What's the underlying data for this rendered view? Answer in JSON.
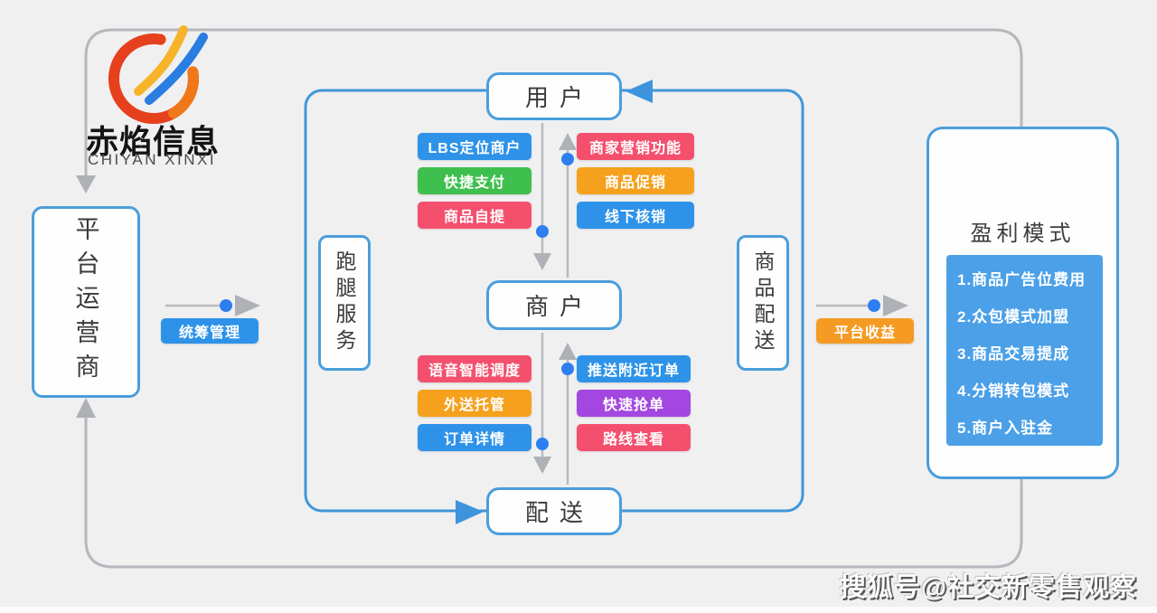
{
  "logo": {
    "name": "赤焰信息",
    "subtitle": "CHIYAN XINXI"
  },
  "left_box": {
    "label": "平台运营商"
  },
  "manage_tag": {
    "label": "统筹管理",
    "color": "#2e93e8"
  },
  "revenue_tag": {
    "label": "平台收益",
    "color": "#f59a23"
  },
  "container": {
    "user_box": "用户",
    "merchant_box": "商户",
    "delivery_box": "配送",
    "errand_box": "跑腿服务",
    "goods_box": "商品配送",
    "user_merchant_left": [
      {
        "label": "LBS定位商户",
        "color": "#2e93e8"
      },
      {
        "label": "快捷支付",
        "color": "#3fbf4d"
      },
      {
        "label": "商品自提",
        "color": "#f4506e"
      }
    ],
    "user_merchant_right": [
      {
        "label": "商家营销功能",
        "color": "#f4506e"
      },
      {
        "label": "商品促销",
        "color": "#f5a11d"
      },
      {
        "label": "线下核销",
        "color": "#2e93e8"
      }
    ],
    "merchant_delivery_left": [
      {
        "label": "语音智能调度",
        "color": "#f4506e"
      },
      {
        "label": "外送托管",
        "color": "#f5a11d"
      },
      {
        "label": "订单详情",
        "color": "#2e93e8"
      }
    ],
    "merchant_delivery_right": [
      {
        "label": "推送附近订单",
        "color": "#2e93e8"
      },
      {
        "label": "快速抢单",
        "color": "#a347e0"
      },
      {
        "label": "路线查看",
        "color": "#f4506e"
      }
    ]
  },
  "profit_panel": {
    "title": "盈利模式",
    "money_icon_color": "#f59a23",
    "items": [
      "1.商品广告位费用",
      "2.众包模式加盟",
      "3.商品交易提成",
      "4.分销转包模式",
      "5.商户入驻金"
    ]
  },
  "watermark": "搜狐号@社交新零售观察",
  "colors": {
    "accent_blue": "#2d7ff0",
    "line_gray": "#b5b8bc",
    "container_blue": "#3f97d9"
  }
}
